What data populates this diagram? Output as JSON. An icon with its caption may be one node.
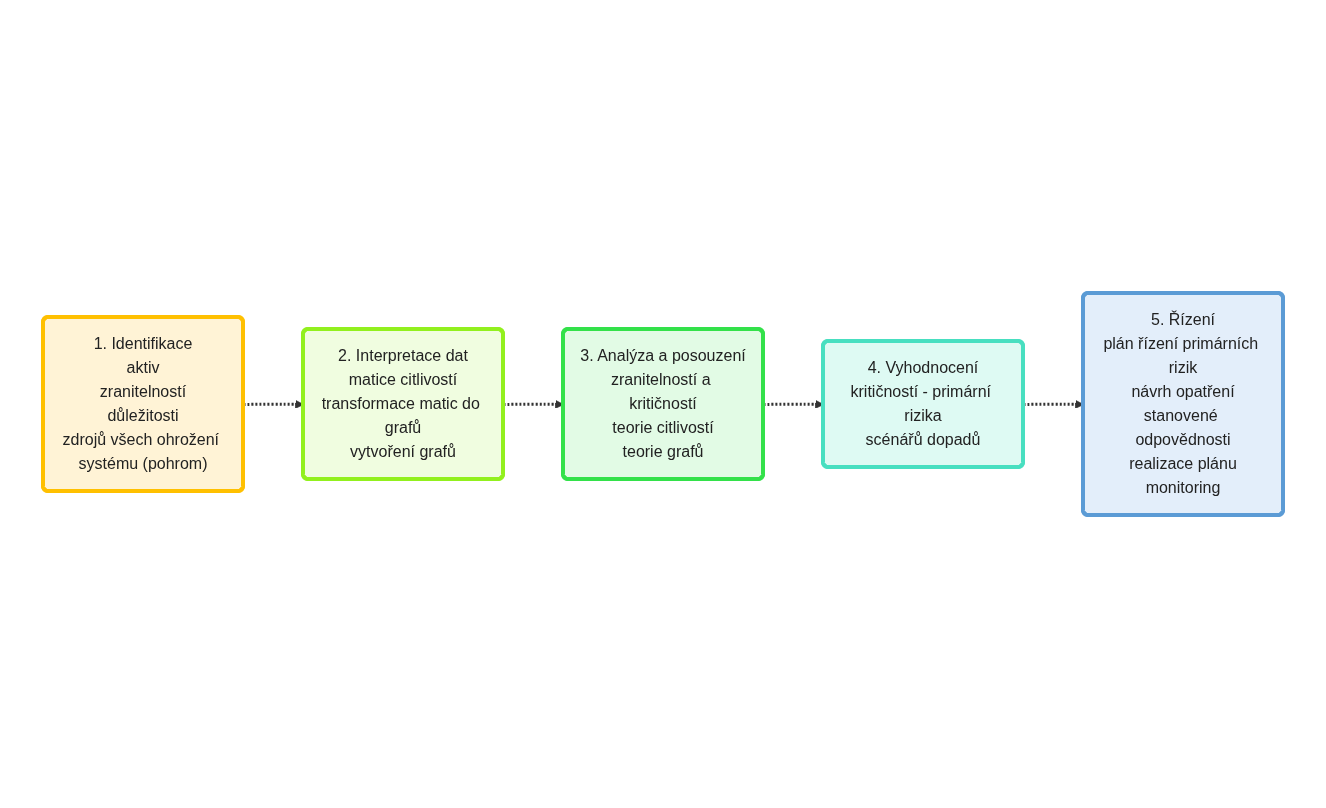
{
  "diagram": {
    "nodes": [
      {
        "text": [
          "1. Identifikace",
          "aktiv",
          "zranitelností",
          "důležitosti",
          "zdrojů všech ohrožení systému (pohrom)"
        ]
      },
      {
        "text": [
          "2. Interpretace dat",
          "matice citlivostí",
          "transformace matic do grafů",
          "vytvoření grafů"
        ]
      },
      {
        "text": [
          "3. Analýza a posouzení",
          "zranitelností a kritičností",
          "teorie citlivostí",
          "teorie grafů"
        ]
      },
      {
        "text": [
          "4. Vyhodnocení",
          "kritičností - primární rizika",
          "scénářů dopadů"
        ]
      },
      {
        "text": [
          "5. Řízení",
          "plán řízení primárních rizik",
          "návrh opatření",
          "stanovené odpovědnosti",
          "realizace plánu",
          "monitoring"
        ]
      }
    ],
    "edges": [
      {
        "from": 0,
        "to": 1,
        "arrow": "to",
        "style": "dashed"
      },
      {
        "from": 1,
        "to": 2,
        "arrow": "to",
        "style": "dashed"
      },
      {
        "from": 2,
        "to": 3,
        "arrow": "to",
        "style": "dashed"
      },
      {
        "from": 3,
        "to": 4,
        "arrow": "to",
        "style": "dashed"
      }
    ]
  }
}
